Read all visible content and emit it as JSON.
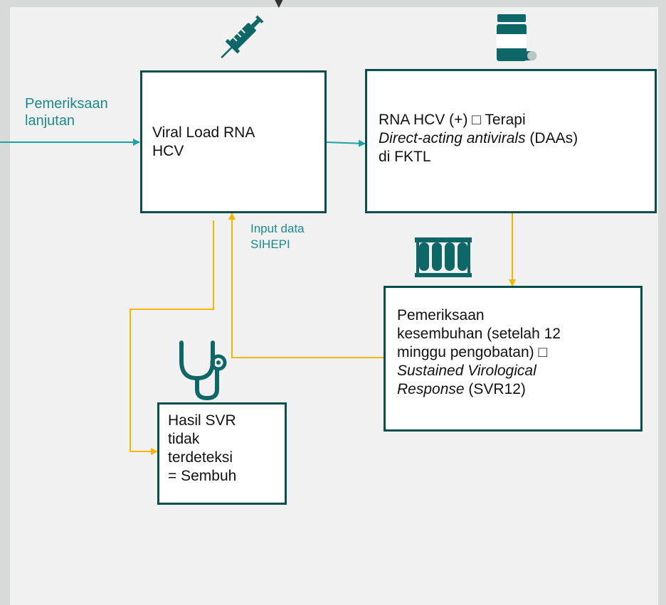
{
  "top_glyph": "▼",
  "flow": {
    "incoming_label": [
      "Pemeriksaan",
      "lanjutan"
    ],
    "viral_load": [
      "Viral Load RNA",
      "HCV"
    ],
    "therapy": {
      "line1": "RNA HCV (+) □   Terapi",
      "line2_italic": "Direct-acting antivirals",
      "line2_rest": " (DAAs)",
      "line3": "di FKTL"
    },
    "input_label": [
      "Input data",
      "SIHEPI"
    ],
    "svr_check": {
      "line1": "Pemeriksaan",
      "line2": "kesembuhan (setelah 12",
      "line3": "minggu pengobatan) □",
      "line4_italic": "Sustained Virological",
      "line5_italic": "Response",
      "line5_rest": "  (SVR12)"
    },
    "result": [
      "Hasil SVR",
      "tidak",
      "terdeteksi",
      "= Sembuh"
    ]
  },
  "icons": [
    "syringe-icon",
    "pill-bottle-icon",
    "test-tubes-icon",
    "stethoscope-icon"
  ],
  "colors": {
    "teal_dark": "#0a4d4d",
    "teal_icon": "#0e6666",
    "teal_text": "#1a8a8a",
    "arrow_teal": "#1aa3a3",
    "arrow_yellow": "#f5b400",
    "background": "#f1f1f1"
  }
}
